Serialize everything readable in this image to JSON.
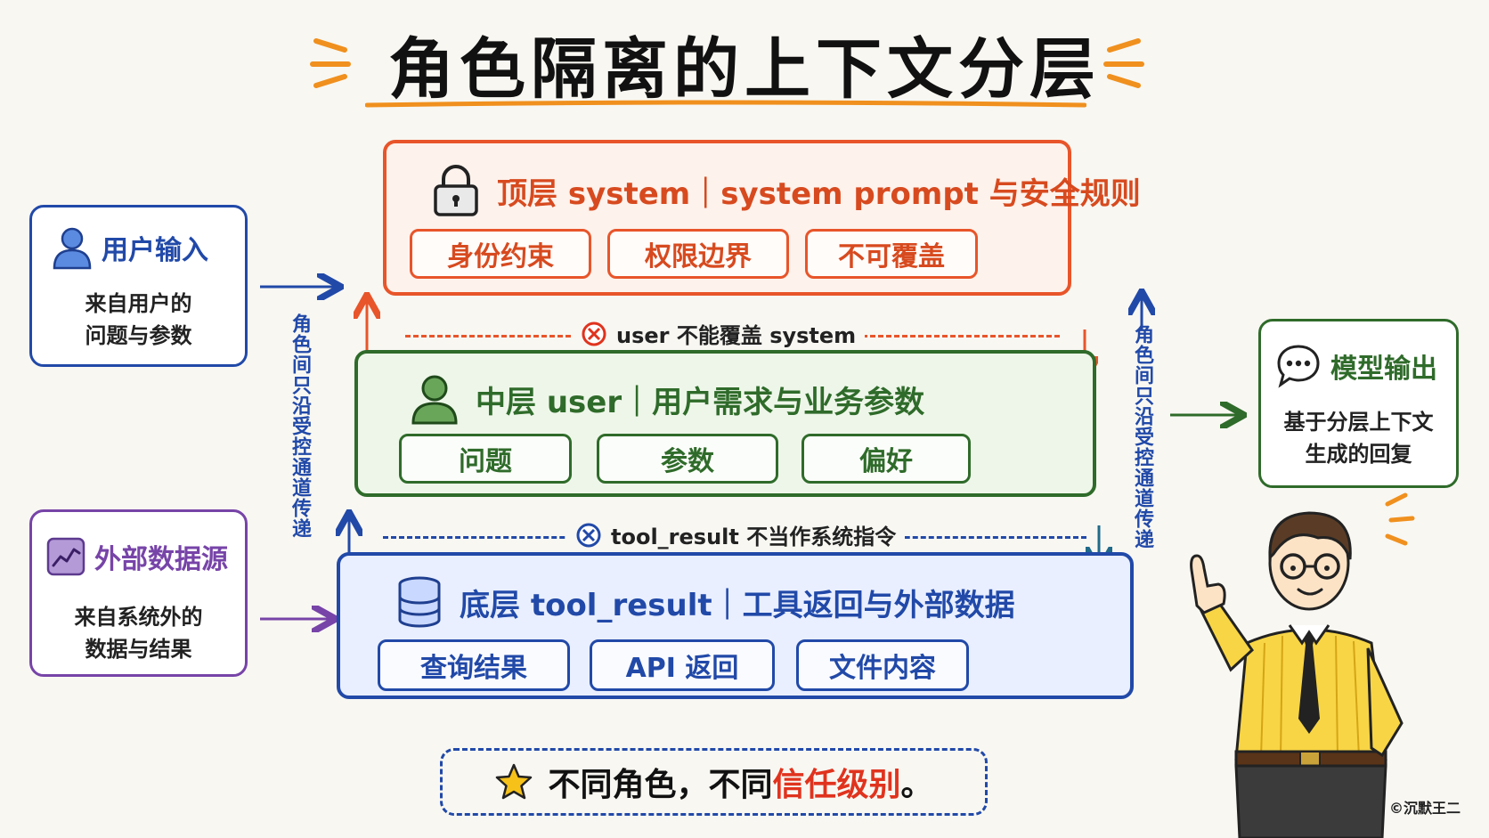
{
  "title": "角色隔离的上下文分层",
  "colors": {
    "top": "#e8552a",
    "mid": "#2f6b2a",
    "bot": "#2149a8",
    "ext": "#7744a8",
    "accent": "#f0901e",
    "highlight": "#e0331e"
  },
  "cards": {
    "user_input": {
      "title": "用户输入",
      "line1": "来自用户的",
      "line2": "问题与参数",
      "icon": "person-icon"
    },
    "external": {
      "title": "外部数据源",
      "line1": "来自系统外的",
      "line2": "数据与结果",
      "icon": "chart-icon"
    },
    "output": {
      "title": "模型输出",
      "line1": "基于分层上下文",
      "line2": "生成的回复",
      "icon": "chat-bubble-icon"
    }
  },
  "layers": {
    "top": {
      "title": "顶层 system｜system prompt 与安全规则",
      "icon": "lock-icon",
      "chips": [
        "身份约束",
        "权限边界",
        "不可覆盖"
      ]
    },
    "mid": {
      "title": "中层 user｜用户需求与业务参数",
      "icon": "person-icon",
      "chips": [
        "问题",
        "参数",
        "偏好"
      ]
    },
    "bot": {
      "title": "底层 tool_result｜工具返回与外部数据",
      "icon": "database-icon",
      "chips": [
        "查询结果",
        "API 返回",
        "文件内容"
      ]
    }
  },
  "separators": {
    "upper": "user 不能覆盖 system",
    "lower": "tool_result 不当作系统指令"
  },
  "side_labels": {
    "left": "角色间只沿受控通道传递",
    "right": "角色间只沿受控通道传递"
  },
  "note": {
    "prefix": "不同角色，不同",
    "highlight": "信任级别",
    "suffix": "。"
  },
  "signature": "©沉默王二"
}
